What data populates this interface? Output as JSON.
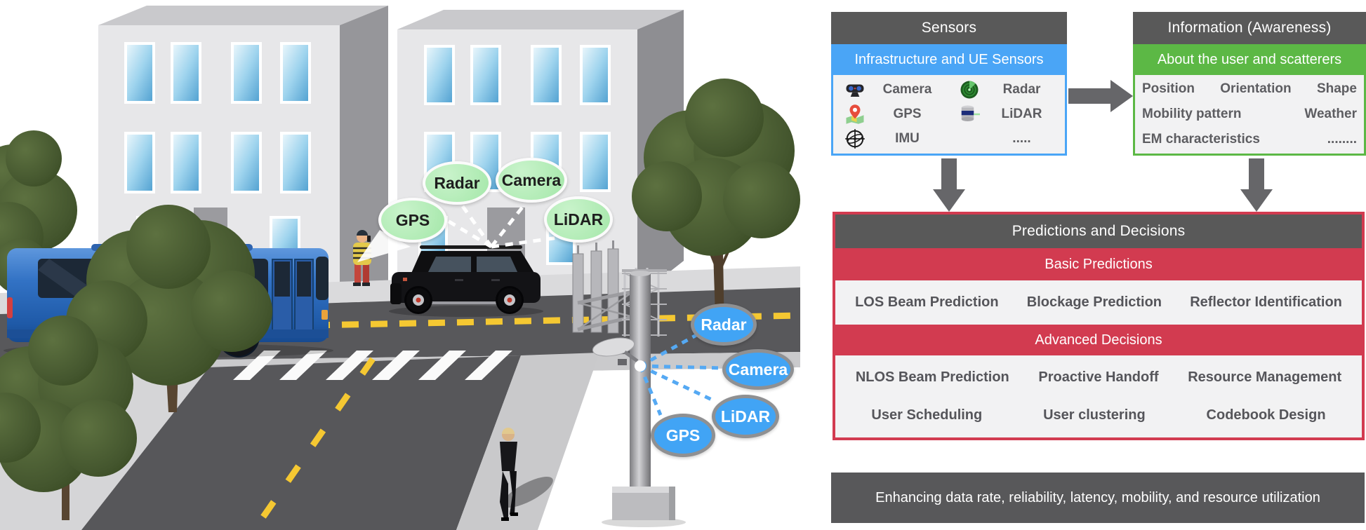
{
  "scene": {
    "ue_sensor_tags": [
      {
        "id": "radar",
        "label": "Radar"
      },
      {
        "id": "camera",
        "label": "Camera"
      },
      {
        "id": "gps",
        "label": "GPS"
      },
      {
        "id": "lidar",
        "label": "LiDAR"
      }
    ],
    "bs_sensor_tags": [
      {
        "id": "radar",
        "label": "Radar"
      },
      {
        "id": "camera",
        "label": "Camera"
      },
      {
        "id": "lidar",
        "label": "LiDAR"
      },
      {
        "id": "gps",
        "label": "GPS"
      }
    ]
  },
  "flowchart": {
    "sensors_box": {
      "title": "Sensors",
      "subtitle": "Infrastructure and UE Sensors",
      "items": [
        {
          "icon": "camera-icon",
          "label": "Camera"
        },
        {
          "icon": "radar-icon",
          "label": "Radar"
        },
        {
          "icon": "gps-icon",
          "label": "GPS"
        },
        {
          "icon": "lidar-icon",
          "label": "LiDAR"
        },
        {
          "icon": "imu-icon",
          "label": "IMU"
        },
        {
          "icon": "ellipsis",
          "label": "....."
        }
      ]
    },
    "information_box": {
      "title": "Information (Awareness)",
      "subtitle": "About the user and scatterers",
      "row1": [
        "Position",
        "Orientation",
        "Shape"
      ],
      "row2": [
        "Mobility pattern",
        "Weather"
      ],
      "row3": [
        "EM characteristics",
        "........"
      ]
    },
    "predictions_box": {
      "title": "Predictions and Decisions",
      "basic_header": "Basic Predictions",
      "basic_items": [
        "LOS Beam Prediction",
        "Blockage Prediction",
        "Reflector Identification"
      ],
      "advanced_header": "Advanced Decisions",
      "advanced_row1": [
        "NLOS Beam Prediction",
        "Proactive Handoff",
        "Resource Management"
      ],
      "advanced_row2": [
        "User Scheduling",
        "User clustering",
        "Codebook Design"
      ]
    },
    "bottom_banner": "Enhancing data rate, reliability, latency, mobility, and resource utilization",
    "colors": {
      "header_gray": "#595959",
      "sensors_blue": "#4aa5f6",
      "information_green": "#5cb845",
      "predictions_red": "#d23b50",
      "panel_bg": "#f2f2f3",
      "arrow_gray": "#666669"
    }
  }
}
